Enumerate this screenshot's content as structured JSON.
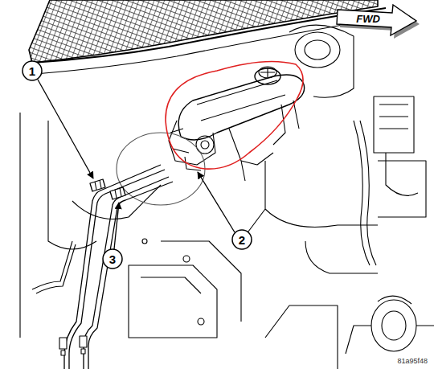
{
  "diagram": {
    "labels": [
      "1",
      "2",
      "3",
      "FWD",
      "81a95f48"
    ]
  }
}
